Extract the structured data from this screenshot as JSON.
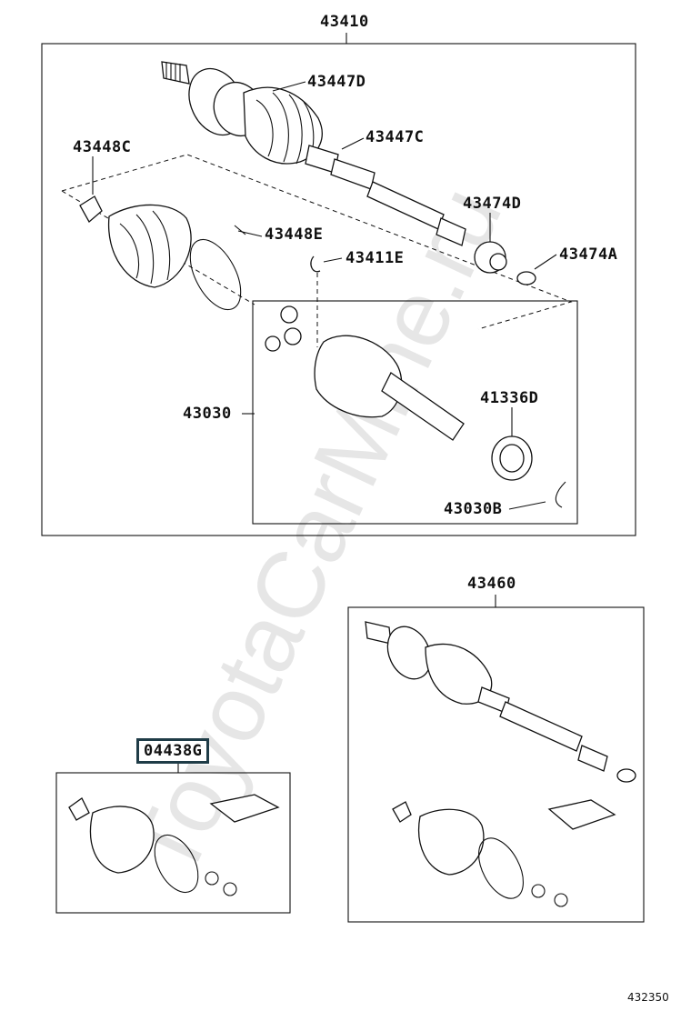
{
  "diagram": {
    "assembly_front": "43410",
    "assembly_rear": "43460",
    "kit": "04438G",
    "figure_number": "432350",
    "watermark": "ToyotaCarMine.ru",
    "parts": {
      "p43447D": "43447D",
      "p43448C": "43448C",
      "p43447C": "43447C",
      "p43474D": "43474D",
      "p43448E": "43448E",
      "p43411E": "43411E",
      "p43474A": "43474A",
      "p43030": "43030",
      "p41336D": "41336D",
      "p43030B": "43030B"
    }
  },
  "colors": {
    "line": "#111111",
    "kit_border": "#1f3c47",
    "watermark": "#e6e6e6"
  }
}
